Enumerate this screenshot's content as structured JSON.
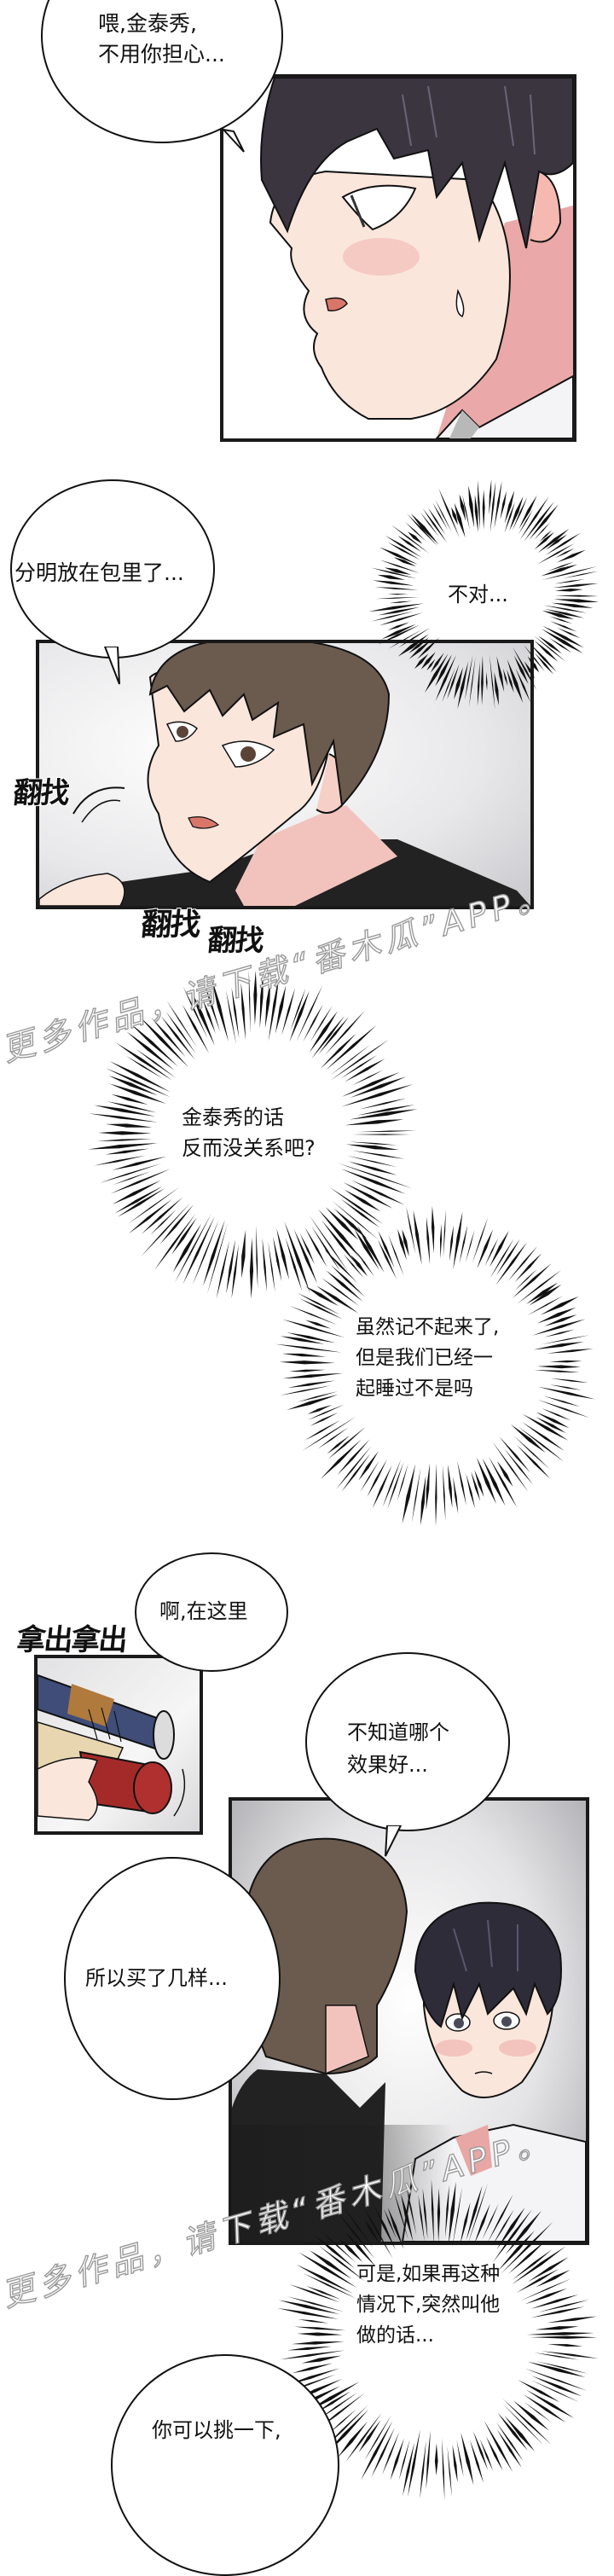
{
  "comic": {
    "colors": {
      "background": "#ffffff",
      "panel_border": "#1a1a1a",
      "dark_hair": "#3b3540",
      "brown_hair": "#6b5a4e",
      "skin": "#fbe6dc",
      "blush": "#f0b4b0",
      "neck_shadow": "#eaa9a8",
      "shirt_black": "#222222",
      "shirt_white": "#f4f4f6",
      "can_blue": "#3f4d78",
      "can_red": "#a42a2a",
      "watermark_outline": "#9a9a9a"
    },
    "bubbles": [
      {
        "id": "b1",
        "lines": "喂,金泰秀,\n不用你担心..."
      },
      {
        "id": "b2",
        "lines": "分明放在包里了..."
      },
      {
        "id": "b3",
        "lines": "啊,在这里"
      },
      {
        "id": "b4",
        "lines": "不知道哪个\n效果好..."
      },
      {
        "id": "b5",
        "lines": "所以买了几样..."
      },
      {
        "id": "b6",
        "lines": "你可以挑一下,"
      }
    ],
    "thoughts": [
      {
        "id": "t1",
        "lines": "不对..."
      },
      {
        "id": "t2",
        "lines": "金泰秀的话\n反而没关系吧?"
      },
      {
        "id": "t3",
        "lines": "虽然记不起来了,\n但是我们已经一\n起睡过不是吗"
      },
      {
        "id": "t4",
        "lines": "可是,如果再这种\n情况下,突然叫他\n做的话..."
      }
    ],
    "sound_effects": [
      {
        "id": "s1",
        "text": "翻找"
      },
      {
        "id": "s2",
        "text": "翻找"
      },
      {
        "id": "s3",
        "text": "翻找"
      },
      {
        "id": "s4",
        "text": "拿出拿出"
      }
    ],
    "watermarks": [
      {
        "id": "w1",
        "text": "更多作品，请下载“番木瓜”APP。"
      },
      {
        "id": "w2",
        "text": "更多作品，请下载“番木瓜”APP。"
      }
    ]
  }
}
